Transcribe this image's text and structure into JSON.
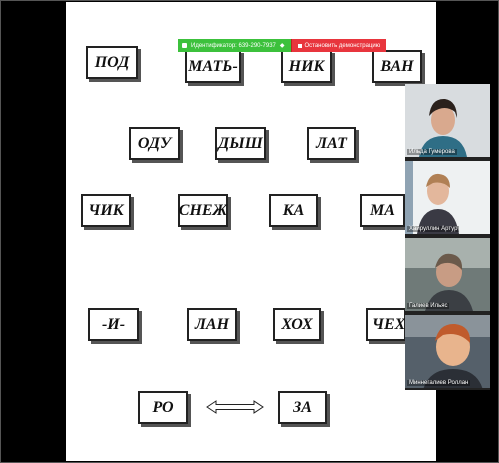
{
  "share_bar": {
    "meeting_id": "Идентификатор: 639-290-7937",
    "stop_label": "Остановить демонстрацию"
  },
  "cards": [
    {
      "label": "ПОД"
    },
    {
      "label": "МАТЬ-"
    },
    {
      "label": "НИК"
    },
    {
      "label": "ВАН"
    },
    {
      "label": "ОДУ"
    },
    {
      "label": "ДЫШ"
    },
    {
      "label": "ЛАТ"
    },
    {
      "label": "ЧИК"
    },
    {
      "label": "СНЕЖ"
    },
    {
      "label": "КА"
    },
    {
      "label": "МА"
    },
    {
      "label": "-И-"
    },
    {
      "label": "ЛАН"
    },
    {
      "label": "ХОХ"
    },
    {
      "label": "ЧЕХА"
    },
    {
      "label": "РО"
    },
    {
      "label": "ЗА"
    }
  ],
  "participants": [
    {
      "name": "Ильда Гумерова"
    },
    {
      "name": "Хайруллин Артур"
    },
    {
      "name": "Галиев Ильяс"
    },
    {
      "name": "Миннегалиев Роллан"
    }
  ],
  "colors": {
    "share_green": "#3cc13c",
    "share_red": "#e8353d"
  }
}
